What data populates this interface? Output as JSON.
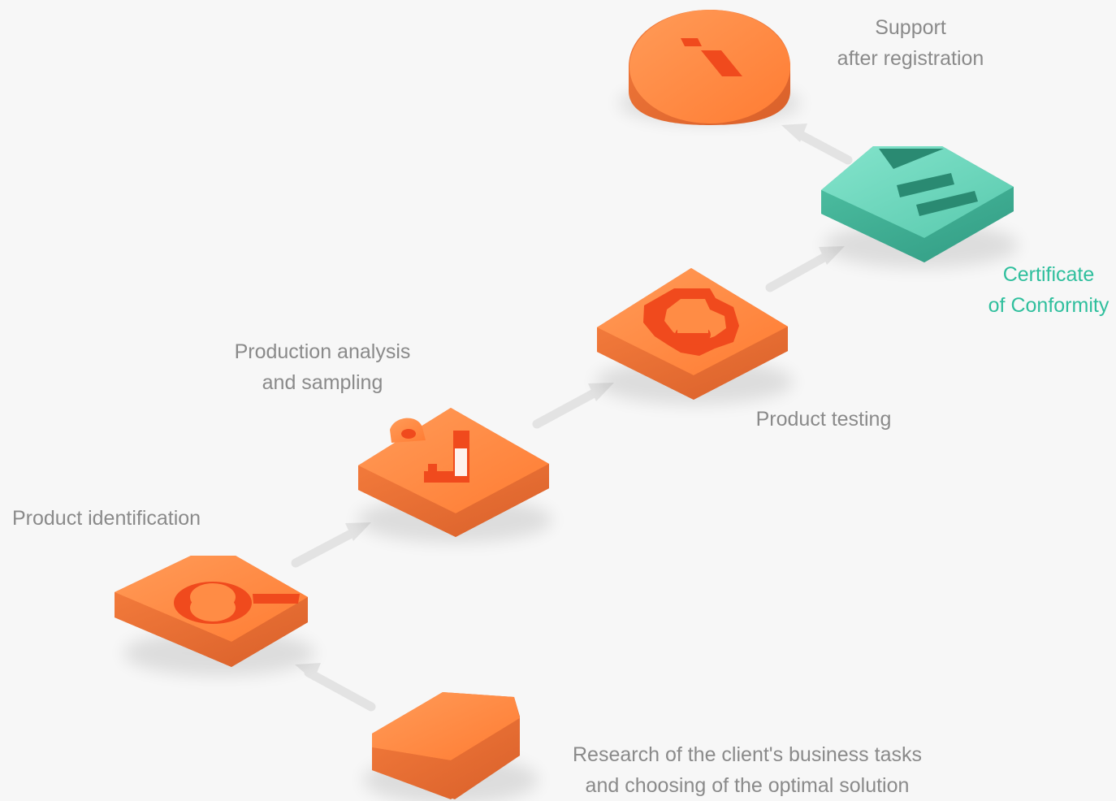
{
  "colors": {
    "background": "#f7f7f7",
    "orange_top": "#ff8c45",
    "orange_side": "#e96b2c",
    "green_top": "#74d7bf",
    "green_side": "#43b99d",
    "cutout": "#f04a1d",
    "label": "#8a8a8a",
    "accent_label": "#2fbf9d",
    "arrow": "#e3e3e3"
  },
  "steps": [
    {
      "id": "research",
      "lines": [
        "Research of the client's business tasks",
        "and choosing of the optimal solution"
      ]
    },
    {
      "id": "identification",
      "lines": [
        "Product identification"
      ]
    },
    {
      "id": "analysis",
      "lines": [
        "Production analysis",
        "and sampling"
      ]
    },
    {
      "id": "testing",
      "lines": [
        "Product testing"
      ]
    },
    {
      "id": "certificate",
      "lines": [
        "Certificate",
        "of Conformity"
      ]
    },
    {
      "id": "support",
      "lines": [
        "Support",
        "after registration"
      ]
    }
  ]
}
